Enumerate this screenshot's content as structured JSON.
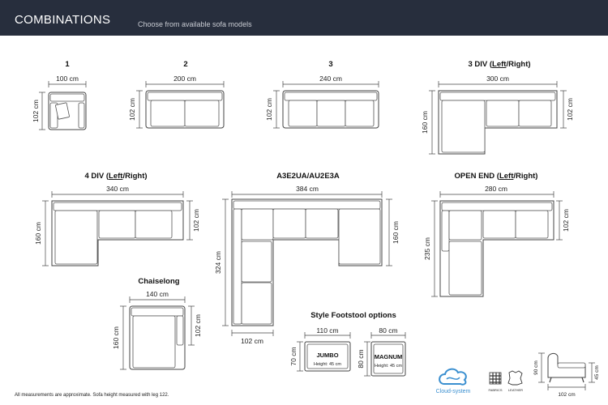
{
  "header": {
    "title": "COMBINATIONS",
    "subtitle": "Choose from available sofa models"
  },
  "models": {
    "m1": {
      "title": "1",
      "width": "100 cm",
      "depth": "102 cm"
    },
    "m2": {
      "title": "2",
      "width": "200 cm",
      "depth": "102 cm"
    },
    "m3": {
      "title": "3",
      "width": "240 cm",
      "depth": "102 cm"
    },
    "m3div": {
      "title_prefix": "3 DIV (",
      "title_left": "Left",
      "title_rest": "/Right)",
      "width": "300 cm",
      "depth_left": "160 cm",
      "depth_right": "102 cm"
    },
    "m4div": {
      "title_prefix": "4 DIV (",
      "title_left": "Left",
      "title_rest": "/Right)",
      "width": "340 cm",
      "depth_left": "160 cm",
      "depth_right": "102 cm"
    },
    "a3e": {
      "title": "A3E2UA/AU2E3A",
      "width": "384 cm",
      "depth_left": "324 cm",
      "depth_right": "160 cm",
      "bottom_width": "102 cm"
    },
    "openend": {
      "title_prefix": "OPEN END (",
      "title_left": "Left",
      "title_rest": "/Right)",
      "width": "280 cm",
      "depth_left": "235 cm",
      "depth_right": "102 cm"
    },
    "chaiselong": {
      "title": "Chaiselong",
      "width": "140 cm",
      "depth_left": "160 cm",
      "depth_right": "102 cm"
    }
  },
  "footstool": {
    "title": "Style Footstool options",
    "jumbo": {
      "name": "JUMBO",
      "height": "Height: 45 cm",
      "width": "110 cm",
      "depth": "70 cm"
    },
    "magnum": {
      "name": "MAGNUM",
      "height": "Height: 45 cm",
      "width": "80 cm",
      "depth": "80 cm"
    }
  },
  "badges": {
    "cloud": "Cloud-system",
    "fabrics": "FABRICS",
    "leather": "LEATHER"
  },
  "side_view": {
    "height": "90 cm",
    "leg_height": "45 cm",
    "depth": "102 cm"
  },
  "footnote": "All measurements are approximate. Sofa height measured with leg 122.",
  "colors": {
    "header_bg": "#272e3d",
    "line": "#444444",
    "accent": "#3a8fd0"
  }
}
